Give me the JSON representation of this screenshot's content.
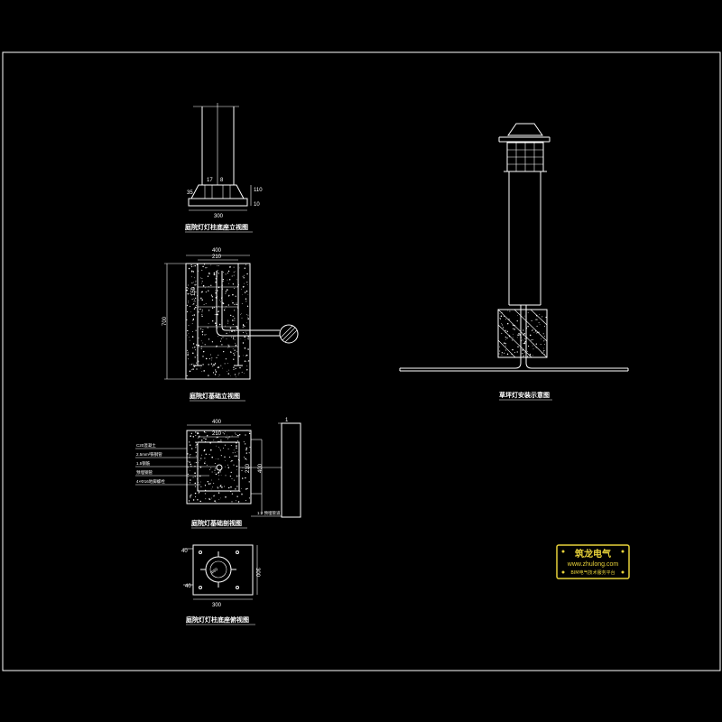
{
  "drawing": {
    "background": "#000000",
    "line_color": "#ffffff",
    "accent_color": "#e8d23a"
  },
  "view1": {
    "caption": "庭院灯灯柱底座立视图",
    "dim_width": "300",
    "dim_left": "35",
    "dim_right": "110",
    "dim_right2": "10",
    "dim_a": "17",
    "dim_b": "8"
  },
  "view2": {
    "caption": "庭院灯基础立视图",
    "dim_top": "400",
    "dim_inner": "210",
    "dim_height": "700",
    "dim_side": "150"
  },
  "view3": {
    "caption": "庭院灯基础剖视图",
    "dim_top": "400",
    "dim_inner": "210",
    "dim_side": "400",
    "dim_mid": "210",
    "labels": [
      "C20混凝土",
      "2.5mm²铁钢管",
      "1.5钢筋",
      "预埋钢管",
      "4×Φ16地脚螺栓"
    ],
    "bottom_label": "1:2 预埋管道",
    "top_mark": "1"
  },
  "view4": {
    "caption": "庭院灯灯柱底座俯视图",
    "dim_width": "300",
    "dim_height": "300",
    "dim_small1": "40",
    "dim_small2": "40",
    "center_label": "Φ80"
  },
  "view5": {
    "caption": "草坪灯安装示意图"
  },
  "logo": {
    "title": "筑龙电气",
    "url": "www.zhulong.com",
    "subtitle": "BIM电气技术服务平台"
  }
}
